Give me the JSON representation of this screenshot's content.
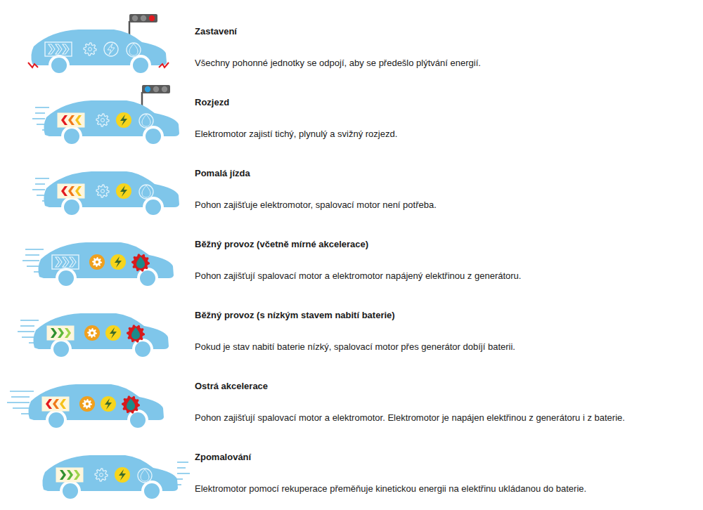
{
  "diagram": {
    "labels": [
      "Zastavení",
      "Všechny pohonné jednotky se odpojí, aby se předešlo plýtvání energií.",
      "Rozjezd",
      "Elektromotor zajistí tichý, plynulý a svižný rozjezd.",
      "Pomalá jízda",
      "Pohon zajišťuje elektromotor, spalovací motor není potřeba.",
      "Běžný provoz (včetně mírné akcelerace)",
      "Pohon zajišťují spalovací motor a elektromotor napájený elektřinou z generátoru.",
      "Běžný provoz (s nízkým stavem nabití baterie)",
      "Pokud je stav nabití baterie nízký, spalovací motor přes generátor dobíjí baterii.",
      "Ostrá akcelerace",
      "Pohon zajišťují spalovací motor a elektromotor. Elektromotor je napájen elektřinou z generátoru i z baterie.",
      "Zpomalování",
      "Elektromotor pomocí rekuperace přeměňuje kinetickou energii na elektřinu ukládanou do baterie."
    ]
  }
}
